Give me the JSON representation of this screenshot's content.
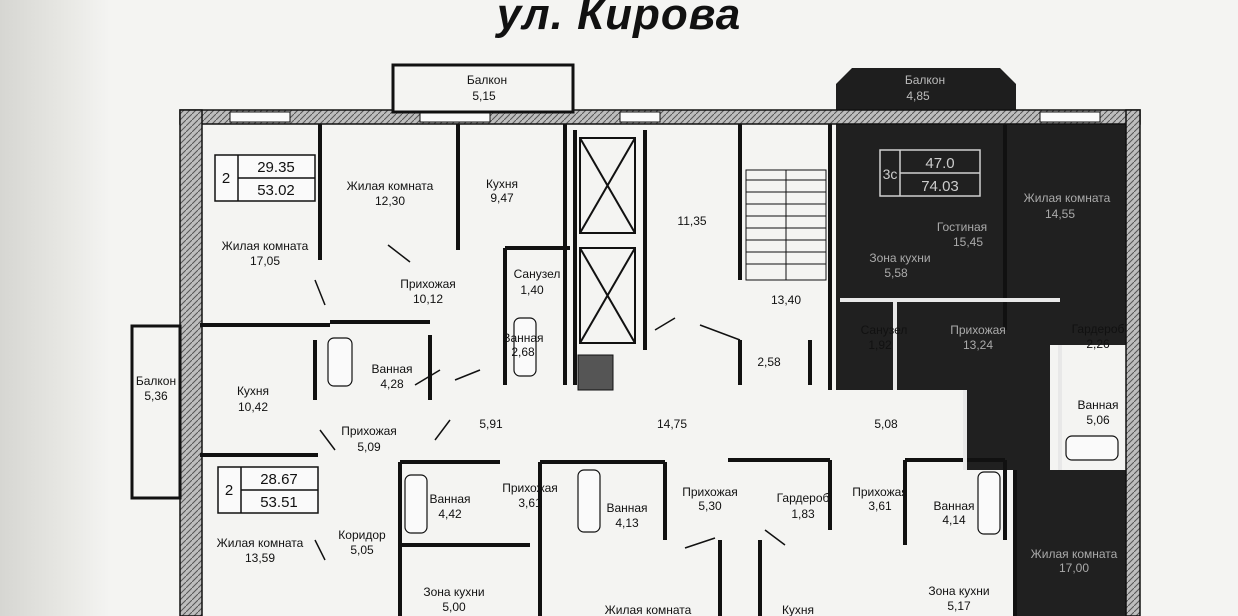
{
  "title": "ул. Кирова",
  "balconies": [
    {
      "label": "Балкон",
      "area": "5,15"
    },
    {
      "label": "Балкон",
      "area": "4,85"
    },
    {
      "label": "Балкон",
      "area": "5,36"
    }
  ],
  "apartments": [
    {
      "rooms": "2",
      "living": "29.35",
      "total": "53.02"
    },
    {
      "rooms": "3с",
      "living": "47.0",
      "total": "74.03"
    },
    {
      "rooms": "2",
      "living": "28.67",
      "total": "53.51"
    }
  ],
  "rooms": [
    {
      "label": "Жилая комната",
      "area": "17,05"
    },
    {
      "label": "Жилая комната",
      "area": "12,30"
    },
    {
      "label": "Кухня",
      "area": "9,47"
    },
    {
      "label": "Прихожая",
      "area": "10,12"
    },
    {
      "label": "Санузел",
      "area": "1,40"
    },
    {
      "label": "Ванная",
      "area": "2,68"
    },
    {
      "label": "Кухня",
      "area": "10,42"
    },
    {
      "label": "Ванная",
      "area": "4,28"
    },
    {
      "label": "Прихожая",
      "area": "5,09"
    },
    {
      "label": "Ванная",
      "area": "4,42"
    },
    {
      "label": "Прихожая",
      "area": "3,61"
    },
    {
      "label": "Ванная",
      "area": "4,13"
    },
    {
      "label": "Прихожая",
      "area": "5,30"
    },
    {
      "label": "Гардероб",
      "area": "1,83"
    },
    {
      "label": "Прихожая",
      "area": "3,61"
    },
    {
      "label": "Ванная",
      "area": "4,14"
    },
    {
      "label": "Коридор",
      "area": "5,05"
    },
    {
      "label": "Жилая комната",
      "area": "13,59"
    },
    {
      "label": "Зона кухни",
      "area": "5,00"
    },
    {
      "label": "Зона кухни",
      "area": "5,17"
    },
    {
      "label": "Гостиная",
      "area": "15,45"
    },
    {
      "label": "Жилая комната",
      "area": "14,55"
    },
    {
      "label": "Зона кухни",
      "area": "5,58"
    },
    {
      "label": "Санузел",
      "area": "1,92"
    },
    {
      "label": "Прихожая",
      "area": "13,24"
    },
    {
      "label": "Гардероб",
      "area": "2,26"
    },
    {
      "label": "Ванная",
      "area": "5,06"
    },
    {
      "label": "Жилая комната",
      "area": "17,00"
    }
  ],
  "common_areas": [
    "11,35",
    "13,40",
    "2,58",
    "5,91",
    "14,75",
    "5,08"
  ],
  "cut_labels": [
    "Жилая комната",
    "Кухня"
  ]
}
